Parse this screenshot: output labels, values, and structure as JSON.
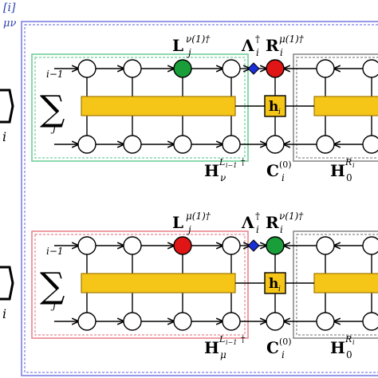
{
  "colors": {
    "outer_frame": "#7f7fe6",
    "upper_left_box": "#6fcf9a",
    "lower_left_box": "#e8858f",
    "right_box": "#8a8a8a",
    "bar_fill": "#f5c518",
    "bar_stroke": "#a07800",
    "green_node": "#1a9e3a",
    "red_node": "#e01515",
    "diamond": "#1a2fd6",
    "corner_label": "#2a3fb0"
  },
  "corner_label": {
    "top": "[i]",
    "bottom": "μν"
  },
  "panels": [
    {
      "id": "upper",
      "sum_upper_limit": "i−1",
      "sum_index": "j",
      "outer_index": "i",
      "label_L": {
        "base": "L",
        "sub": "j",
        "sup": "ν(1)†"
      },
      "label_LambdaR": {
        "lambda": "Λ",
        "lambda_sub": "i",
        "lambda_sup": "†",
        "R": "R",
        "R_sub": "i",
        "R_sup": "μ(1)†"
      },
      "center_block": {
        "base": "h",
        "sub": "i"
      },
      "label_H_left": {
        "base": "H",
        "sub": "ν",
        "sup": "L",
        "sup_sub": "i−1",
        "sup_tail": "†"
      },
      "label_C": {
        "base": "C",
        "sub": "i",
        "sup": "(0)"
      },
      "label_H_right": {
        "base": "H",
        "sub": "0",
        "sup": "R",
        "sup_sub": "i"
      },
      "highlight_node": "green",
      "right_node": "red",
      "left_box_color": "upper_left_box"
    },
    {
      "id": "lower",
      "sum_upper_limit": "i−1",
      "sum_index": "j",
      "outer_index": "i",
      "label_L": {
        "base": "L",
        "sub": "j",
        "sup": "μ(1)†"
      },
      "label_LambdaR": {
        "lambda": "Λ",
        "lambda_sub": "i",
        "lambda_sup": "†",
        "R": "R",
        "R_sub": "i",
        "R_sup": "ν(1)†"
      },
      "center_block": {
        "base": "h",
        "sub": "i"
      },
      "label_H_left": {
        "base": "H",
        "sub": "μ",
        "sup": "L",
        "sup_sub": "i−1",
        "sup_tail": "†"
      },
      "label_C": {
        "base": "C",
        "sub": "i",
        "sup": "(0)"
      },
      "label_H_right": {
        "base": "H",
        "sub": "0",
        "sup": "R",
        "sup_sub": "i"
      },
      "highlight_node": "red",
      "right_node": "green",
      "left_box_color": "lower_left_box"
    }
  ],
  "sum_symbol": "∑"
}
